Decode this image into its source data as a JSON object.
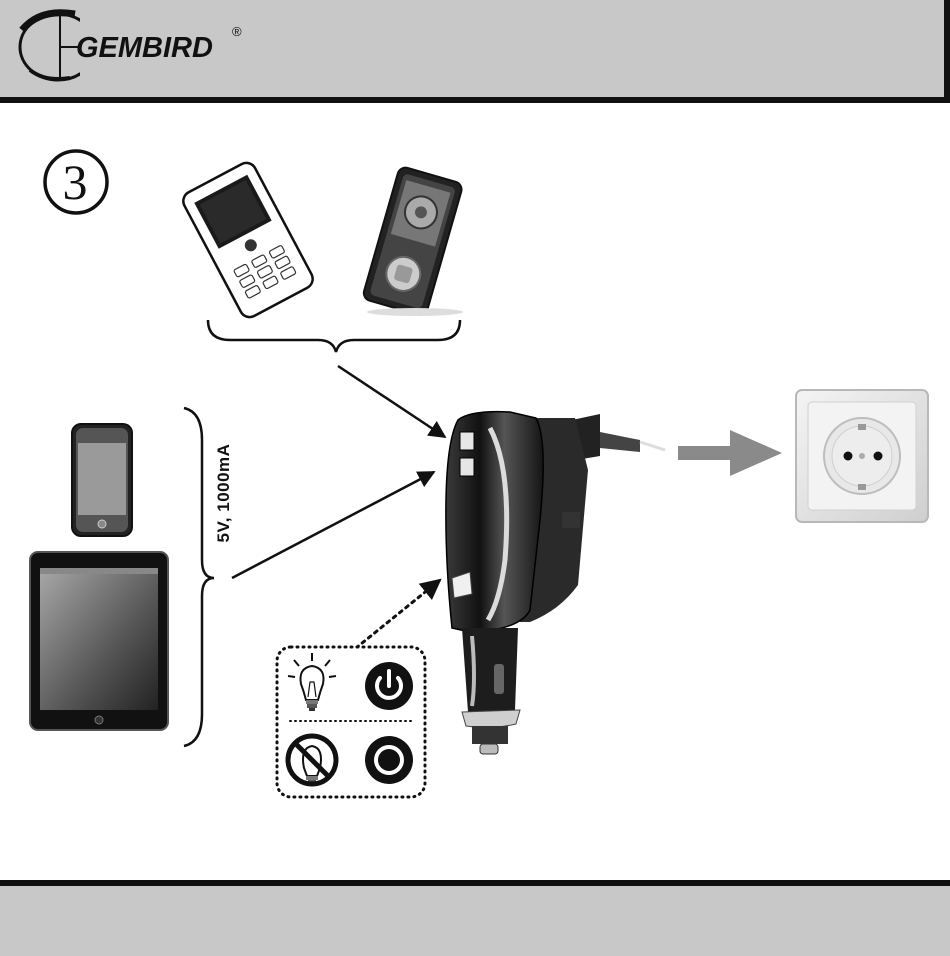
{
  "header": {
    "brand": "GEMBIRD",
    "registered_mark": "®"
  },
  "diagram": {
    "step": "3",
    "spec_label": "5V, 1000mA"
  },
  "icons": {
    "logo": "gembird-swoosh-logo",
    "devices": [
      "mobile-phone-icon",
      "mp3-player-icon",
      "smartphone-icon",
      "tablet-icon"
    ],
    "indicators": [
      "light-on-icon",
      "power-on-icon",
      "light-off-icon",
      "power-off-icon"
    ],
    "charger": "car-charger-adapter",
    "socket": "wall-socket-icon"
  },
  "colors": {
    "header_bg": "#c8c8c8",
    "border": "#111111",
    "arrow_gray": "#8a8a8a"
  }
}
